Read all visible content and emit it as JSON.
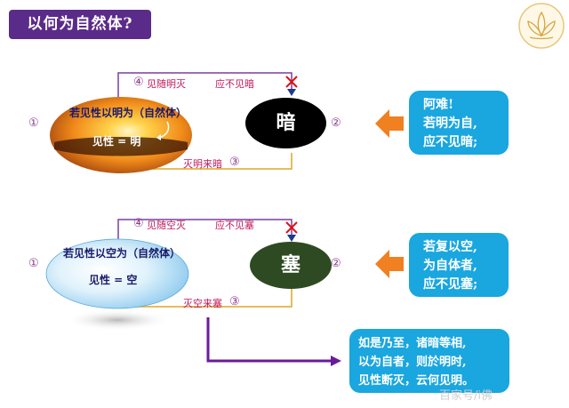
{
  "title": "以何为自然体?",
  "top": {
    "num1": "①",
    "num2": "②",
    "num3": "③",
    "num4": "④",
    "ellipse_line1": "若见性以明为（自然体）",
    "ellipse_line2": "见性 = 明",
    "circle_char": "暗",
    "top_note": "见随明灭",
    "top_note2": "应不见暗",
    "bottom_note": "灭明来暗",
    "box_lines": [
      "阿难!",
      "若明为自,",
      "应不见暗;"
    ]
  },
  "bottom": {
    "num1": "①",
    "num2": "②",
    "num3": "③",
    "num4": "④",
    "ellipse_line1": "若见性以空为（自然体）",
    "ellipse_line2": "见性 = 空",
    "circle_char": "塞",
    "top_note": "见随空灭",
    "top_note2": "应不见塞",
    "bottom_note": "灭空来塞",
    "box_lines": [
      "若复以空,",
      "为自体者,",
      "应不见塞;"
    ]
  },
  "conclusion_lines": [
    "如是乃至，诸暗等相,",
    "以为自者，则於明时,",
    "见性断灭，云何见明。"
  ],
  "watermark": "百家号/i佛",
  "colors": {
    "title_bg": "#5b2b8a",
    "box_blue": "#1aa6df",
    "arrow_orange": "#f08020",
    "note_red": "#c2185b",
    "purple": "#6a1b9a",
    "top_circle": "#000000",
    "bottom_circle": "#2e4a22"
  }
}
